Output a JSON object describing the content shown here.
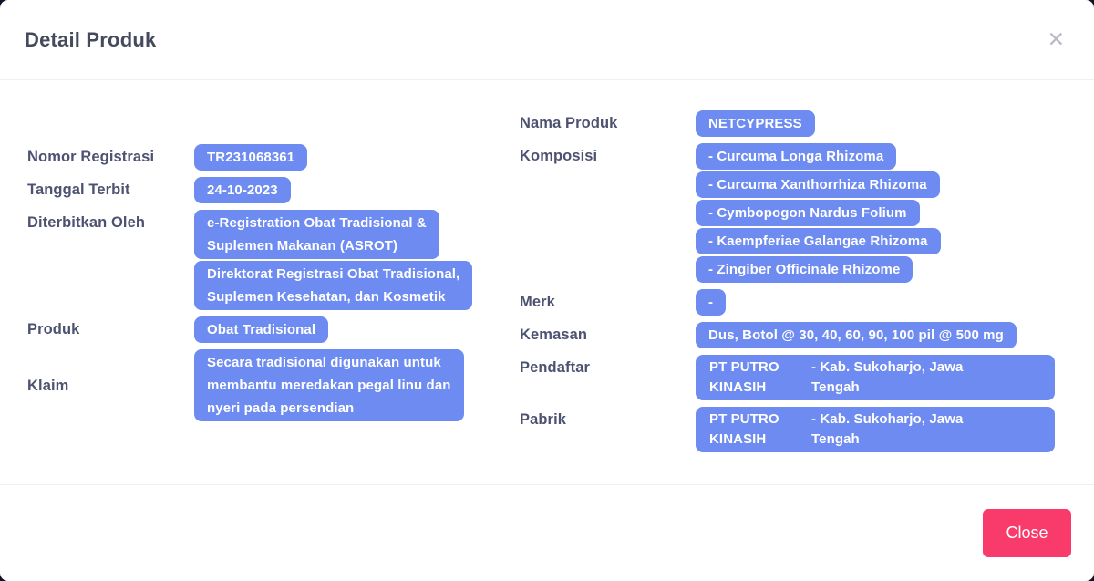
{
  "modal": {
    "title": "Detail Produk",
    "close_icon_glyph": "✕",
    "footer": {
      "close_button_label": "Close"
    }
  },
  "colors": {
    "pill_background": "#6D8BF0",
    "close_button": "#F93B6C",
    "label_text": "#4D5270",
    "backdrop": "#0D1526"
  },
  "fields": {
    "left": [
      {
        "label": "Nomor Registrasi",
        "values": [
          "TR231068361"
        ]
      },
      {
        "label": "Tanggal Terbit",
        "values": [
          "24-10-2023"
        ]
      },
      {
        "label": "Diterbitkan Oleh",
        "values": [
          "e-Registration Obat Tradisional &\nSuplemen Makanan (ASROT)",
          "Direktorat Registrasi Obat Tradisional,\nSuplemen Kesehatan, dan Kosmetik"
        ]
      },
      {
        "label": "Produk",
        "values": [
          "Obat Tradisional"
        ]
      },
      {
        "label": "Klaim",
        "values": [
          "Secara tradisional digunakan untuk\nmembantu meredakan pegal linu dan\nnyeri pada persendian"
        ]
      }
    ],
    "right": [
      {
        "label": "Nama Produk",
        "values": [
          "NETCYPRESS"
        ]
      },
      {
        "label": "Komposisi",
        "values": [
          "- Curcuma Longa Rhizoma",
          "- Curcuma Xanthorrhiza Rhizoma",
          "- Cymbopogon Nardus Folium",
          "- Kaempferiae Galangae Rhizoma",
          "- Zingiber Officinale Rhizome"
        ]
      },
      {
        "label": "Merk",
        "values": [
          "-"
        ]
      },
      {
        "label": "Kemasan",
        "values": [
          "Dus, Botol @ 30, 40, 60, 90, 100 pil @ 500 mg"
        ]
      },
      {
        "label": "Pendaftar",
        "company": "PT PUTRO\nKINASIH",
        "location": "- Kab. Sukoharjo, Jawa\nTengah"
      },
      {
        "label": "Pabrik",
        "company": "PT PUTRO\nKINASIH",
        "location": "- Kab. Sukoharjo, Jawa\nTengah"
      }
    ]
  }
}
